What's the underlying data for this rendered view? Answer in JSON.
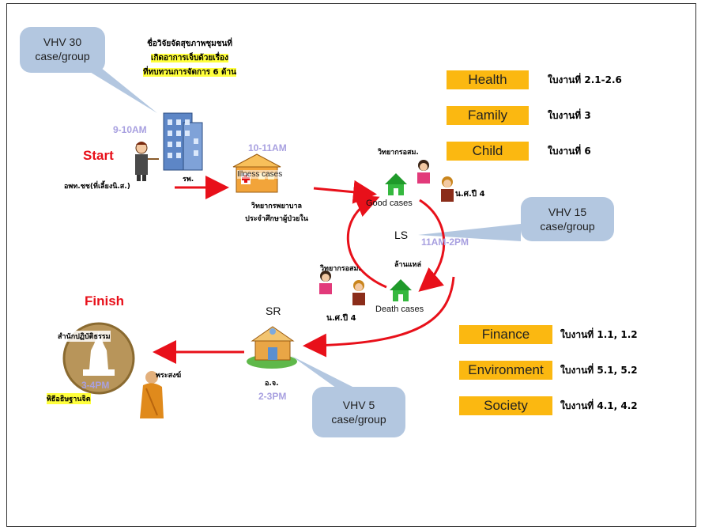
{
  "callouts": {
    "vhv30": [
      "VHV 30",
      "case/group"
    ],
    "vhv15": [
      "VHV 15",
      "case/group"
    ],
    "vhv5": [
      "VHV 5",
      "case/group"
    ]
  },
  "thai_top": [
    "ชื่อวิจัยจัดสุขภาพชุมชนที่",
    "เกิดอาการเจ็บด้วยเรื่อง",
    "ที่ทบทวนการจัดการ 6 ด้าน"
  ],
  "times": {
    "t1": "9-10AM",
    "t2": "10-11AM",
    "t3": "11AM-2PM",
    "t4": "2-3PM",
    "t5": "3-4PM"
  },
  "start": {
    "label": "Start",
    "under_person": "อพท.ชช(ที่เลี้ยงนิ.ส.)",
    "under_building": "รพ."
  },
  "illness": {
    "label": "Illness cases",
    "line1": "วิทยากรพยาบาล",
    "line2": "ประจำศึกษาผู้ป่วยใน"
  },
  "good": {
    "label": "Good cases",
    "speaker": "วิทยากรอสม.",
    "nurse": "น.ศ.ปี 4"
  },
  "ls": {
    "label": "LS",
    "sub": "ล้านแหล่"
  },
  "death": {
    "label": "Death cases",
    "speaker": "วิทยากรอสม.",
    "nurse": "น.ศ.ปี 4"
  },
  "sr": {
    "label": "SR",
    "sub": "อ.จ."
  },
  "finish": {
    "label": "Finish",
    "line1": "สำนักปฏิบัติธรรม",
    "monk": "พระสงฆ์",
    "line2": "พิธีอธิษฐานจิต"
  },
  "categories_top": [
    {
      "label": "Health",
      "note": "ใบงานที่ 2.1-2.6"
    },
    {
      "label": "Family",
      "note": "ใบงานที่ 3"
    },
    {
      "label": "Child",
      "note": "ใบงานที่ 6"
    }
  ],
  "categories_bottom": [
    {
      "label": "Finance",
      "note": "ใบงานที่ 1.1, 1.2"
    },
    {
      "label": "Environment",
      "note": "ใบงานที่ 5.1, 5.2"
    },
    {
      "label": "Society",
      "note": "ใบงานที่ 4.1, 4.2"
    }
  ],
  "colors": {
    "arrow": "#e8101a",
    "orange": "#fbb811",
    "callout": "#b3c7e0",
    "time": "#a8a0e0",
    "start": "#e8101a"
  }
}
